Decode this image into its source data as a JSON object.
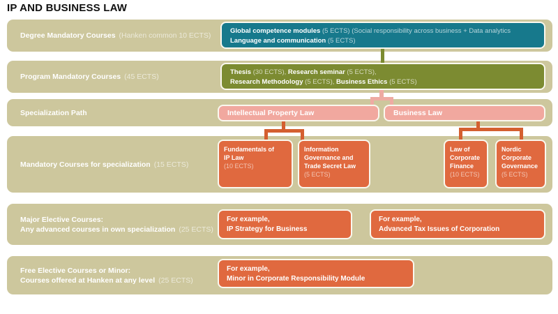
{
  "title": "IP AND BUSINESS LAW",
  "colors": {
    "band": "#cdc79d",
    "teal": "#17798c",
    "olive": "#7c8b31",
    "pink": "#f1a89f",
    "orange": "#e0693f",
    "connector_orange": "#d45f30",
    "connector_pink": "#eeaba3"
  },
  "rows": [
    {
      "label": "Degree Mandatory Courses",
      "suffix": "(Hanken common 10 ECTS)"
    },
    {
      "label": "Program Mandatory Courses",
      "suffix": "(45 ECTS)"
    },
    {
      "label": "Specialization Path",
      "suffix": ""
    },
    {
      "label": "Mandatory Courses for specialization",
      "suffix": "(15 ECTS)"
    },
    {
      "label": "Major Elective Courses:",
      "label2": "Any advanced courses in own specialization",
      "suffix": "(25 ECTS)"
    },
    {
      "label": "Free Elective Courses or Minor:",
      "label2": "Courses offered at Hanken at any level",
      "suffix": "(25 ECTS)"
    }
  ],
  "degree_box": {
    "b1": "Global competence modules",
    "l1": "(5 ECTS) (Social responsibility across business + Data analytics",
    "b2": "Language and communication",
    "l2": "(5 ECTS)"
  },
  "program_box": {
    "b1": "Thesis",
    "l1": "(30 ECTS),",
    "b2": "Research seminar",
    "l2": "(5 ECTS),",
    "b3": "Research Methodology",
    "l3": "(5 ECTS),",
    "b4": "Business Ethics",
    "l4": "(5 ECTS)"
  },
  "spec_boxes": {
    "ip": "Intellectual Property Law",
    "business": "Business Law"
  },
  "mandatory_boxes": [
    {
      "title": "Fundamentals of IP Law",
      "ects": "(10 ECTS)"
    },
    {
      "title": "Information Governance and Trade Secret Law",
      "ects": "(5 ECTS)"
    },
    {
      "title": "Law of Corporate Finance",
      "ects": "(10 ECTS)"
    },
    {
      "title": "Nordic Corporate Governance",
      "ects": "(5 ECTS)"
    }
  ],
  "elective_boxes": [
    {
      "line1": "For example,",
      "line2": "IP Strategy for Business"
    },
    {
      "line1": "For example,",
      "line2": "Advanced Tax Issues of Corporation"
    }
  ],
  "free_box": {
    "line1": "For example,",
    "line2": "Minor in Corporate Responsibility Module"
  }
}
